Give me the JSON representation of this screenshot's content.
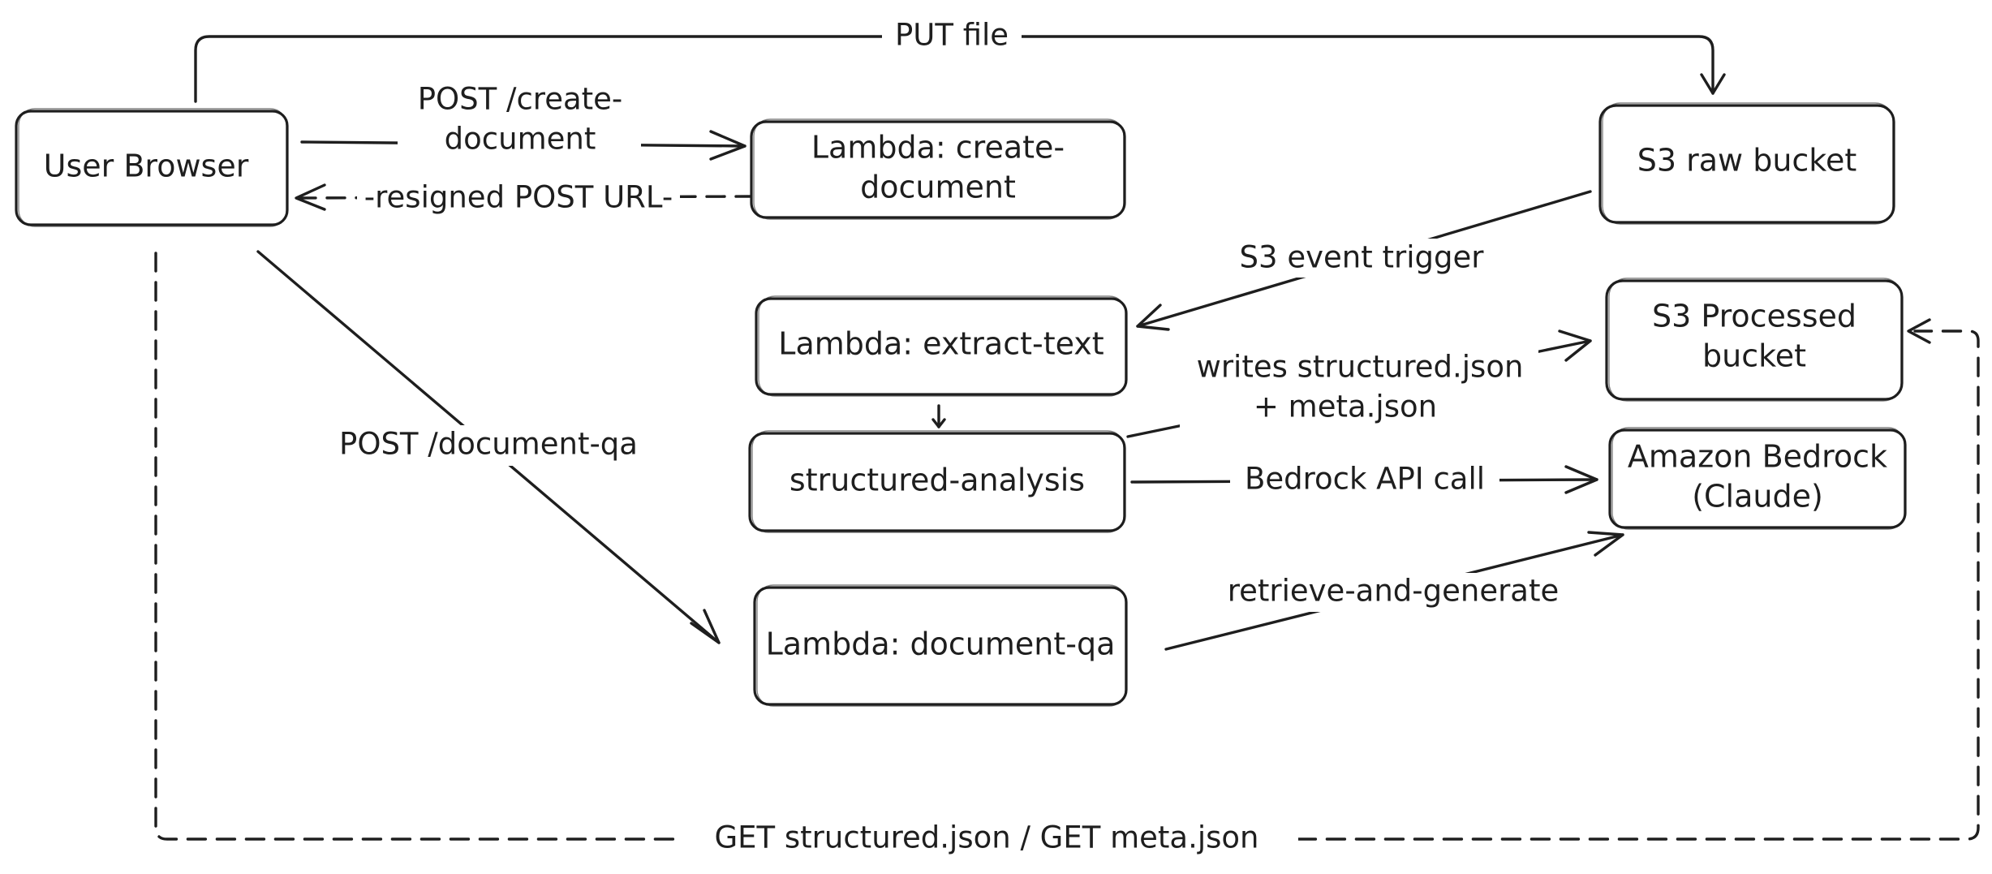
{
  "nodes": {
    "user_browser": {
      "line1": "User Browser"
    },
    "lambda_create": {
      "line1": "Lambda: create-",
      "line2": "document"
    },
    "s3_raw": {
      "line1": "S3 raw bucket"
    },
    "lambda_extract": {
      "line1": "Lambda: extract-text"
    },
    "s3_processed": {
      "line1": "S3 Processed",
      "line2": "bucket"
    },
    "structured_analysis": {
      "line1": "structured-analysis"
    },
    "bedrock": {
      "line1": "Amazon Bedrock",
      "line2": "(Claude)"
    },
    "lambda_qa": {
      "line1": "Lambda: document-qa"
    }
  },
  "edges": {
    "put_file": "PUT file",
    "post_create_1": "POST /create-",
    "post_create_2": "document",
    "presigned": "-resigned POST URL-",
    "s3_event": "S3 event trigger",
    "writes_1": "writes structured.json",
    "writes_2": "+ meta.json",
    "bedrock_call": "Bedrock API call",
    "post_qa": "POST /document-qa",
    "retrieve": "retrieve-and-generate",
    "get_json": "GET structured.json / GET meta.json"
  }
}
